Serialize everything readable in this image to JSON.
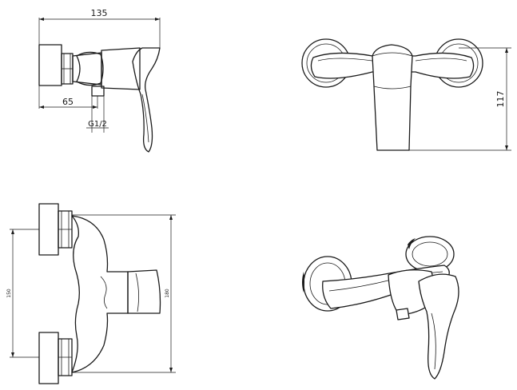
{
  "views": {
    "side": {
      "dim_total_length": "135",
      "dim_outlet_offset": "65",
      "dim_thread": "G1/2"
    },
    "front": {
      "dim_height": "117"
    },
    "top": {
      "dim_center_distance": "150",
      "dim_overall_width": "180"
    },
    "isometric": {}
  }
}
